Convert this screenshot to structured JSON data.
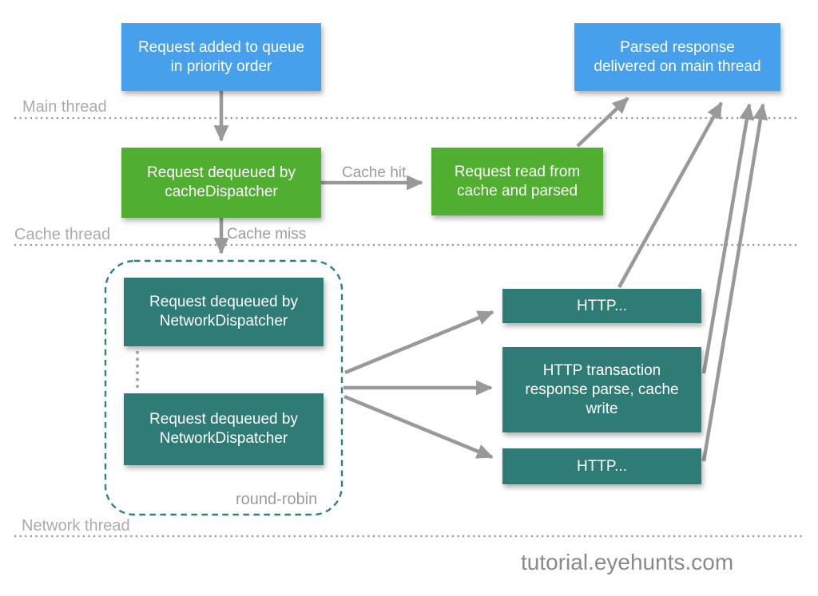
{
  "diagram": {
    "lanes": {
      "main": "Main thread",
      "cache": "Cache thread",
      "network": "Network thread"
    },
    "nodes": {
      "queue": "Request added to queue in priority order",
      "cache_dispatcher": "Request dequeued by cacheDispatcher",
      "cache_read": "Request read from cache and parsed",
      "parsed_response": "Parsed response delivered on main thread",
      "network_dispatcher_1": "Request dequeued by NetworkDispatcher",
      "network_dispatcher_2": "Request dequeued by NetworkDispatcher",
      "http_1": "HTTP...",
      "http_transaction": "HTTP transaction response parse, cache write",
      "http_2": "HTTP..."
    },
    "edge_labels": {
      "cache_hit": "Cache hit",
      "cache_miss": "Cache miss",
      "round_robin": "round-robin"
    },
    "watermark": "tutorial.eyehunts.com",
    "colors": {
      "node_blue": "#47A0EC",
      "node_green": "#50AE31",
      "node_teal": "#2F7C77",
      "arrow_gray": "#999999",
      "dashed_group_teal": "#2E827D",
      "label_gray": "#ABABAB"
    }
  }
}
